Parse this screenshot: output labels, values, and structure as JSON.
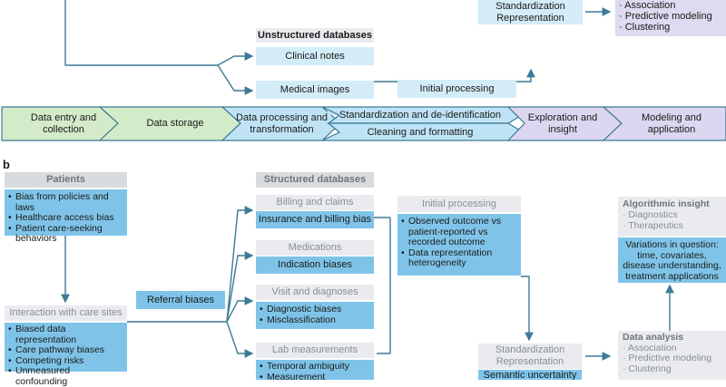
{
  "panel_a": {
    "standardization": "Standardization Representation",
    "analysis_items": [
      "Association",
      "Predictive modeling",
      "Clustering"
    ],
    "unstructured_title": "Unstructured databases",
    "clinical_notes": "Clinical notes",
    "medical_images": "Medical images",
    "initial_processing": "Initial processing",
    "stages": [
      {
        "label": "Data entry and collection"
      },
      {
        "label": "Data storage"
      },
      {
        "label": "Data processing and transformation"
      },
      {
        "label": "Standardization and de-identification"
      },
      {
        "label": "Cleaning and formatting"
      },
      {
        "label": "Exploration and insight"
      },
      {
        "label": "Modeling and application"
      }
    ],
    "colors": {
      "green": "#d3ebc9",
      "blue": "#bfe3f5",
      "lavender": "#dcd6f0",
      "border": "#3d7a94"
    }
  },
  "panel_b": {
    "label": "b",
    "patients": {
      "title": "Patients",
      "items": [
        "Bias from policies and laws",
        "Healthcare access bias",
        "Patient care-seeking behaviors"
      ]
    },
    "care_sites": {
      "title": "Interaction with care sites",
      "items": [
        "Biased data representation",
        "Care pathway biases",
        "Competing risks",
        "Unmeasured confounding"
      ]
    },
    "referral": "Referral biases",
    "structured_title": "Structured databases",
    "billing": {
      "title": "Billing and claims",
      "bias": "Insurance and billing bias"
    },
    "medications": {
      "title": "Medications",
      "bias": "Indication biases"
    },
    "visit": {
      "title": "Visit and diagnoses",
      "items": [
        "Diagnostic biases",
        "Misclassification"
      ]
    },
    "lab": {
      "title": "Lab measurements",
      "items": [
        "Temporal ambiguity",
        "Measurement"
      ]
    },
    "initial_processing": {
      "title": "Initial processing",
      "items": [
        "Observed outcome vs patient-reported vs recorded outcome",
        "Data representation heterogeneity"
      ]
    },
    "standardization": {
      "title": "Standardization Representation",
      "sub": "Semantic uncertainty"
    },
    "algorithmic": {
      "title": "Algorithmic insight",
      "items": [
        "Diagnostics",
        "Therapeutics"
      ],
      "variations": "Variations in question: time, covariates, disease understanding, treatment applications"
    },
    "data_analysis": {
      "title": "Data analysis",
      "items": [
        "Association",
        "Predictive modeling",
        "Clustering"
      ]
    }
  }
}
